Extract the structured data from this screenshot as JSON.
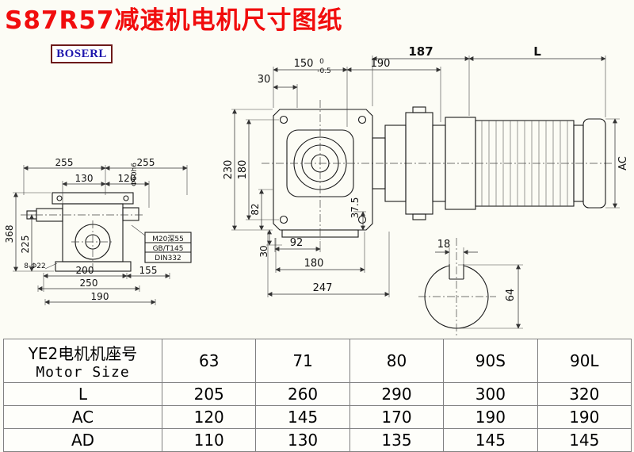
{
  "title": "S87R57减速机电机尺寸图纸",
  "logo": "BOSERL",
  "colors": {
    "title_red": "#f10d0d",
    "logo_blue": "#1f16ad",
    "line": "#1a1a1a"
  },
  "drawing": {
    "top": {
      "d30": "30",
      "d150": "150",
      "tol_hi": "0",
      "tol_lo": "-0.5",
      "d190": "190",
      "d187": "187",
      "dL": "L"
    },
    "left_view": {
      "d255_left": "255",
      "d255_right": "255",
      "d130": "130",
      "d120": "120",
      "dphi60": "Φ60h6",
      "d368": "368",
      "d225": "225",
      "d200": "200",
      "d155": "155",
      "d250": "250",
      "d190": "190",
      "d8phi22": "8-Φ22",
      "thread_note": [
        "M20深55",
        "GB/T145",
        "DIN332"
      ]
    },
    "front_view": {
      "d230": "230",
      "d180_v": "180",
      "d82": "82",
      "d30_v": "30",
      "d375": "37.5",
      "d92": "92",
      "d180_h": "180",
      "d247": "247"
    },
    "shaft_section": {
      "d18": "18",
      "d64": "64"
    },
    "motor": {
      "dAC": "AC"
    }
  },
  "table": {
    "header_cn": "YE2电机机座号",
    "header_en": "Motor Size",
    "columns": [
      "63",
      "71",
      "80",
      "90S",
      "90L"
    ],
    "rows": [
      {
        "label": "L",
        "values": [
          "205",
          "260",
          "290",
          "300",
          "320"
        ]
      },
      {
        "label": "AC",
        "values": [
          "120",
          "145",
          "170",
          "190",
          "190"
        ]
      },
      {
        "label": "AD",
        "values": [
          "110",
          "130",
          "135",
          "145",
          "145"
        ]
      }
    ]
  }
}
